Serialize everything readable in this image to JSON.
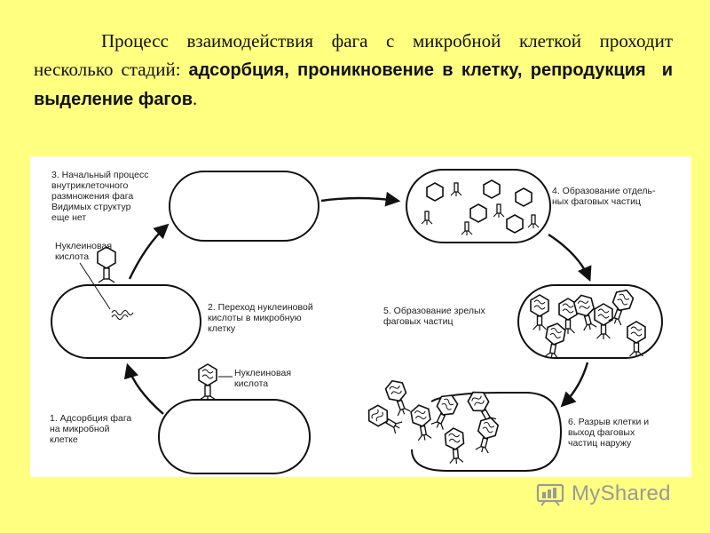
{
  "intro": {
    "part1": "Процесс взаимодействия фага с микробной клеткой проходит несколько стадий: ",
    "bold1": "адсорбция, проникновение в клетку, репродукция",
    "part2": "  ",
    "bold2": "и выделение фагов",
    "part3": "."
  },
  "stages": {
    "s1": "1. Адсорбция фага\nна микробной\nклетке",
    "s2": "2. Переход нуклеиновой\nкислоты в микробную\nклетку",
    "s3": "3. Начальный процесс\nвнутриклеточного\nразмножения фага\nВидимых структур\nеще нет",
    "s4": "4. Образование отдель-\nных фаговых частиц",
    "s5": "5. Образование зрелых\nфаговых частиц",
    "s6": "6. Разрыв клетки и\nвыход фаговых\nчастиц наружу"
  },
  "labels": {
    "nucleic_acid_left": "Нуклеиновая\nкислота",
    "nucleic_acid_bottom": "Нуклеиновая\nкислота"
  },
  "footer": {
    "brand": "MyShared",
    "icon": "myshared-logo-icon"
  },
  "colors": {
    "background": "#ffff80",
    "panel": "#ffffff",
    "ink": "#111111",
    "brand": "#9a9a9a"
  }
}
